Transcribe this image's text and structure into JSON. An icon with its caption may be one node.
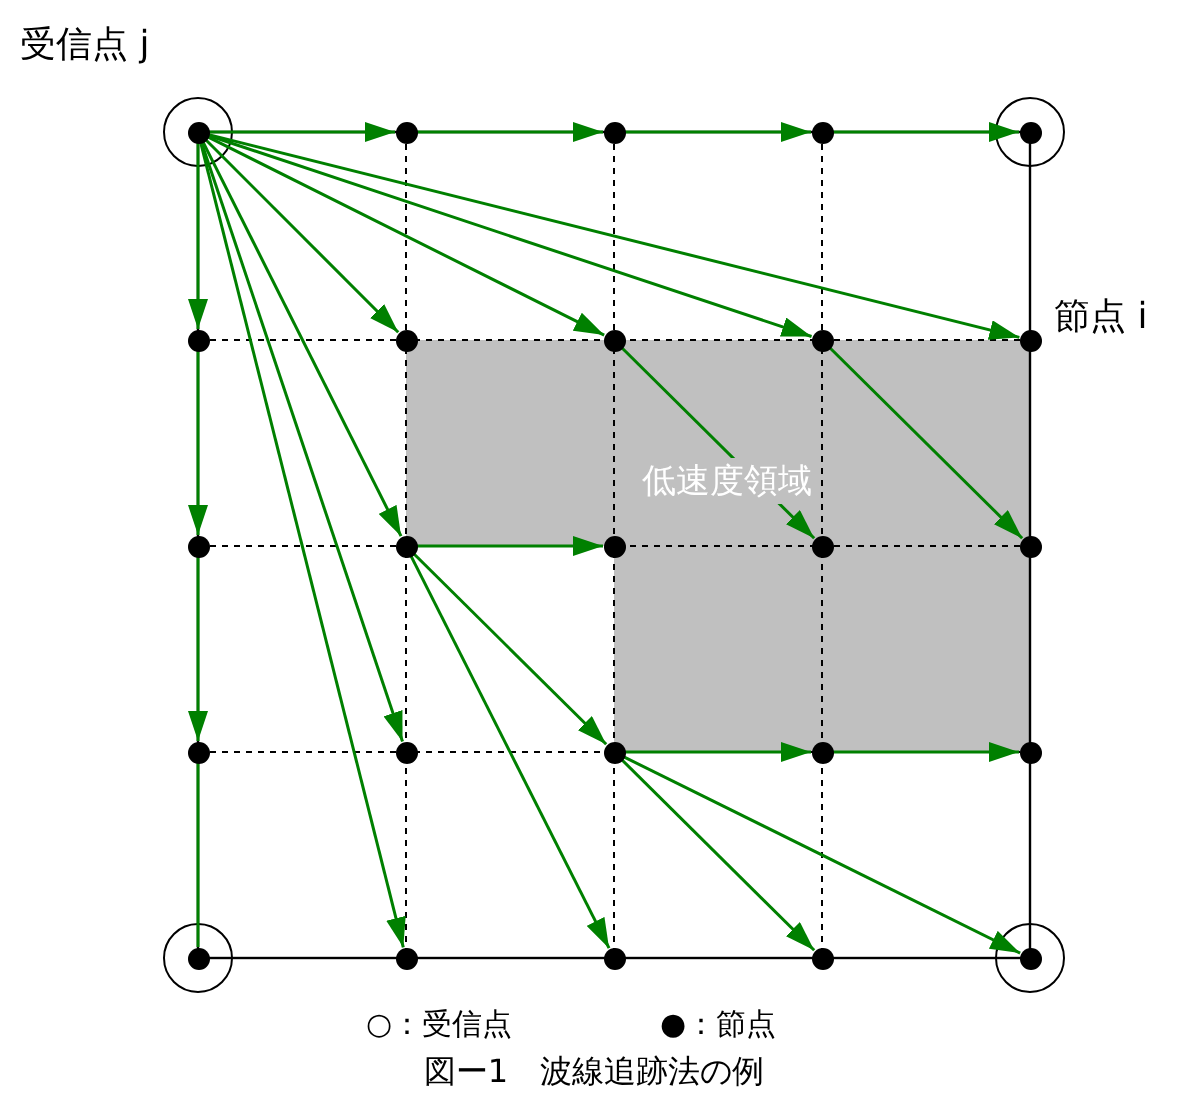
{
  "diagram": {
    "caption": "図ー1　波線追跡法の例",
    "nodes": [
      {
        "text": [],
        "shape": "circle",
        "beside": [
          "受信点 j"
        ]
      },
      {
        "text": [],
        "shape": "circle"
      },
      {
        "text": [],
        "shape": "circle"
      },
      {
        "text": [],
        "shape": "circle"
      },
      {
        "text": [],
        "shape": "circle"
      },
      {
        "text": [],
        "shape": "circle"
      },
      {
        "text": [],
        "shape": "circle"
      },
      {
        "text": [],
        "shape": "circle"
      },
      {
        "text": [],
        "shape": "circle"
      },
      {
        "text": [],
        "shape": "circle",
        "beside": [
          "節点 i"
        ]
      },
      {
        "text": [],
        "shape": "circle"
      },
      {
        "text": [],
        "shape": "circle"
      },
      {
        "text": [],
        "shape": "circle"
      },
      {
        "text": [],
        "shape": "circle"
      },
      {
        "text": [],
        "shape": "circle"
      },
      {
        "text": [],
        "shape": "circle"
      },
      {
        "text": [],
        "shape": "circle"
      },
      {
        "text": [],
        "shape": "circle"
      },
      {
        "text": [],
        "shape": "circle"
      },
      {
        "text": [],
        "shape": "circle"
      },
      {
        "text": [],
        "shape": "circle"
      },
      {
        "text": [],
        "shape": "circle"
      },
      {
        "text": [],
        "shape": "circle"
      },
      {
        "text": [],
        "shape": "circle"
      },
      {
        "text": [],
        "shape": "circle"
      }
    ],
    "labels": [
      "低速度領域"
    ],
    "edges": [
      {
        "from": 0,
        "to": 1,
        "arrow": "to"
      },
      {
        "from": 1,
        "to": 2,
        "arrow": "to"
      },
      {
        "from": 2,
        "to": 3,
        "arrow": "to"
      },
      {
        "from": 3,
        "to": 4,
        "arrow": "to"
      },
      {
        "from": 0,
        "to": 5,
        "arrow": "to"
      },
      {
        "from": 5,
        "to": 10,
        "arrow": "to"
      },
      {
        "from": 10,
        "to": 15,
        "arrow": "to"
      },
      {
        "from": 15,
        "to": 20,
        "arrow": "none"
      },
      {
        "from": 0,
        "to": 6,
        "arrow": "to"
      },
      {
        "from": 0,
        "to": 7,
        "arrow": "to"
      },
      {
        "from": 0,
        "to": 8,
        "arrow": "to"
      },
      {
        "from": 0,
        "to": 9,
        "arrow": "to"
      },
      {
        "from": 0,
        "to": 11,
        "arrow": "to"
      },
      {
        "from": 0,
        "to": 16,
        "arrow": "to"
      },
      {
        "from": 0,
        "to": 21,
        "arrow": "to"
      },
      {
        "from": 7,
        "to": 13,
        "arrow": "to"
      },
      {
        "from": 8,
        "to": 14,
        "arrow": "to"
      },
      {
        "from": 11,
        "to": 12,
        "arrow": "to"
      },
      {
        "from": 11,
        "to": 17,
        "arrow": "to"
      },
      {
        "from": 11,
        "to": 22,
        "arrow": "to"
      },
      {
        "from": 17,
        "to": 18,
        "arrow": "to"
      },
      {
        "from": 18,
        "to": 19,
        "arrow": "to"
      },
      {
        "from": 17,
        "to": 23,
        "arrow": "to"
      },
      {
        "from": 17,
        "to": 24,
        "arrow": "to"
      }
    ],
    "legend": [
      {
        "text": "○：受信点"
      },
      {
        "text": "●：節点"
      }
    ]
  }
}
